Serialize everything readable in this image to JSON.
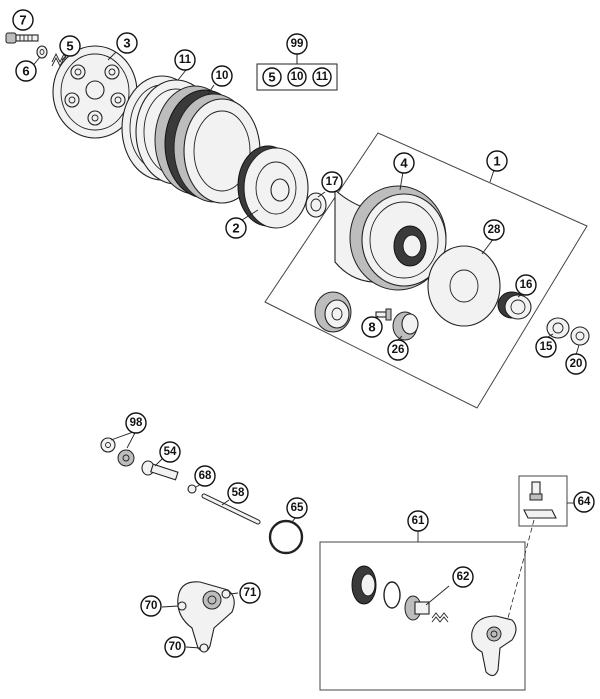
{
  "callouts": {
    "c1": "1",
    "c2": "2",
    "c3": "3",
    "c4": "4",
    "c5": "5",
    "c6": "6",
    "c7": "7",
    "c8": "8",
    "c10": "10",
    "c11": "11",
    "c15": "15",
    "c16": "16",
    "c17": "17",
    "c20": "20",
    "c26": "26",
    "c28": "28",
    "c54": "54",
    "c58": "58",
    "c61": "61",
    "c62": "62",
    "c64": "64",
    "c65": "65",
    "c68": "68",
    "c70a": "70",
    "c70b": "70",
    "c71": "71",
    "c98": "98",
    "c99": "99"
  },
  "kit_99": {
    "items": [
      "5",
      "10",
      "11"
    ]
  }
}
